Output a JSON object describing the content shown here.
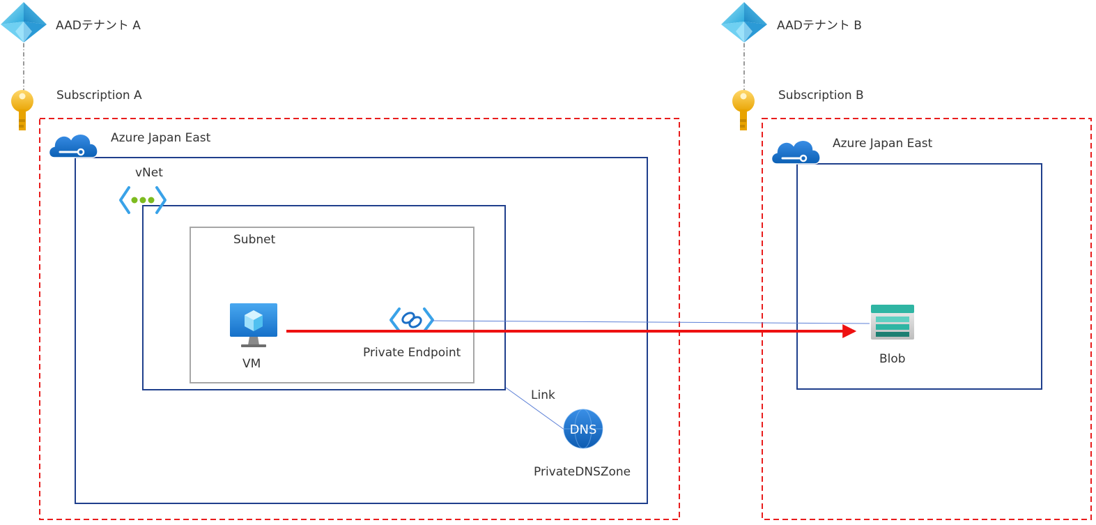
{
  "tenant_a": {
    "tenant_label": "AADテナント A",
    "subscription_label": "Subscription A",
    "region_label": "Azure Japan East",
    "vnet_label": "vNet",
    "subnet_label": "Subnet",
    "vm_label": "VM",
    "private_endpoint_label": "Private Endpoint",
    "link_label": "Link",
    "dns_icon_text": "DNS",
    "dns_zone_label": "PrivateDNSZone"
  },
  "tenant_b": {
    "tenant_label": "AADテナント B",
    "subscription_label": "Subscription B",
    "region_label": "Azure Japan East",
    "blob_label": "Blob"
  },
  "colors": {
    "subscription_border": "#e81c1c",
    "region_border": "#1f3f8c",
    "subnet_border": "#a6a6a6",
    "access_arrow": "#ee1111",
    "endpoint_link": "#5b7fd6"
  },
  "icons": [
    "aad-tenant-icon",
    "subscription-key-icon",
    "azure-region-cloud-icon",
    "vnet-icon",
    "vm-icon",
    "private-endpoint-icon",
    "dns-zone-icon",
    "blob-storage-icon"
  ]
}
